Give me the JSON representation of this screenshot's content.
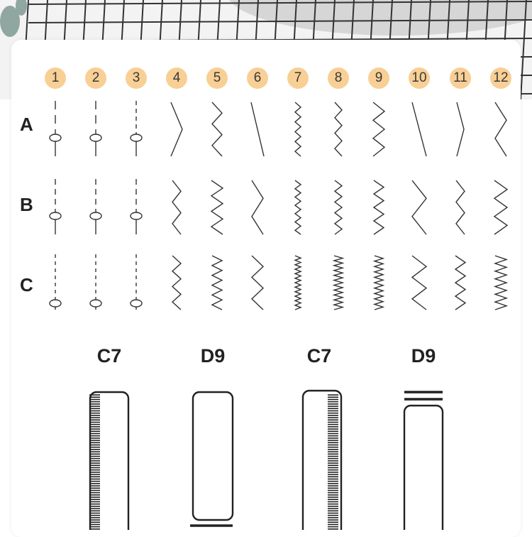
{
  "colors": {
    "badge": "#f8cf95",
    "ink": "#333333",
    "label": "#222222"
  },
  "column_numbers": [
    "1",
    "2",
    "3",
    "4",
    "5",
    "6",
    "7",
    "8",
    "9",
    "10",
    "11",
    "12"
  ],
  "row_labels": [
    "A",
    "B",
    "C"
  ],
  "stitch_icons": [
    "straight-stitch-icon",
    "straight-stitch-icon",
    "straight-stitch-icon",
    "zigzag-stitch-icon",
    "zigzag-stitch-icon",
    "zigzag-stitch-icon",
    "zigzag-stitch-icon",
    "zigzag-stitch-icon",
    "zigzag-stitch-icon",
    "zigzag-stitch-icon",
    "zigzag-stitch-icon",
    "zigzag-stitch-icon"
  ],
  "buttonholes": [
    {
      "label": "C7",
      "icon": "buttonhole-bar-left-icon"
    },
    {
      "label": "D9",
      "icon": "buttonhole-bottom-bar-icon"
    },
    {
      "label": "C7",
      "icon": "buttonhole-bar-right-icon"
    },
    {
      "label": "D9",
      "icon": "buttonhole-top-bars-icon"
    }
  ]
}
